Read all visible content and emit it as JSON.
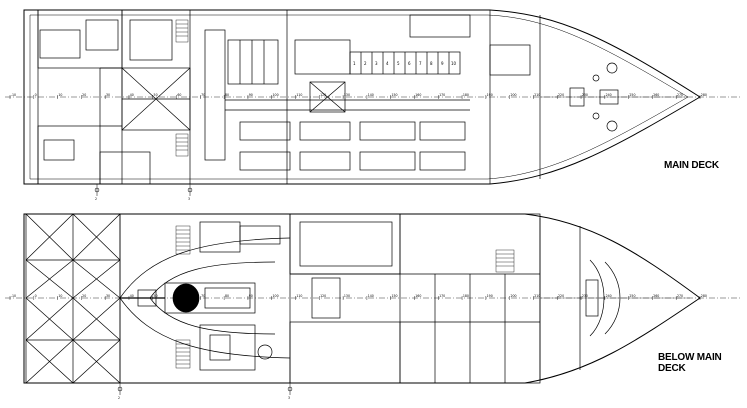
{
  "main_deck": {
    "title": "MAIN DECK",
    "hold_numbers": [
      "1",
      "2",
      "3",
      "4",
      "5",
      "6",
      "7",
      "8",
      "9",
      "10"
    ],
    "frame_labels": [
      "-10",
      "0",
      "10",
      "20",
      "30",
      "40",
      "50",
      "60",
      "70",
      "80",
      "90",
      "100",
      "110",
      "120",
      "130",
      "140",
      "150",
      "160",
      "170",
      "180",
      "190",
      "200",
      "210",
      "220",
      "230",
      "240",
      "250",
      "260",
      "270",
      "280"
    ],
    "section_mark_a": "2",
    "section_mark_b": "3"
  },
  "below_main_deck": {
    "title": "BELOW MAIN DECK",
    "frame_labels": [
      "-10",
      "0",
      "10",
      "20",
      "30",
      "40",
      "50",
      "60",
      "70",
      "80",
      "90",
      "100",
      "110",
      "120",
      "130",
      "140",
      "150",
      "160",
      "170",
      "180",
      "190",
      "200",
      "210",
      "220",
      "230",
      "240",
      "250",
      "260",
      "270",
      "280"
    ],
    "section_mark_a": "2",
    "section_mark_b": "3"
  },
  "colors": {
    "line": "#000000",
    "background": "#ffffff"
  }
}
